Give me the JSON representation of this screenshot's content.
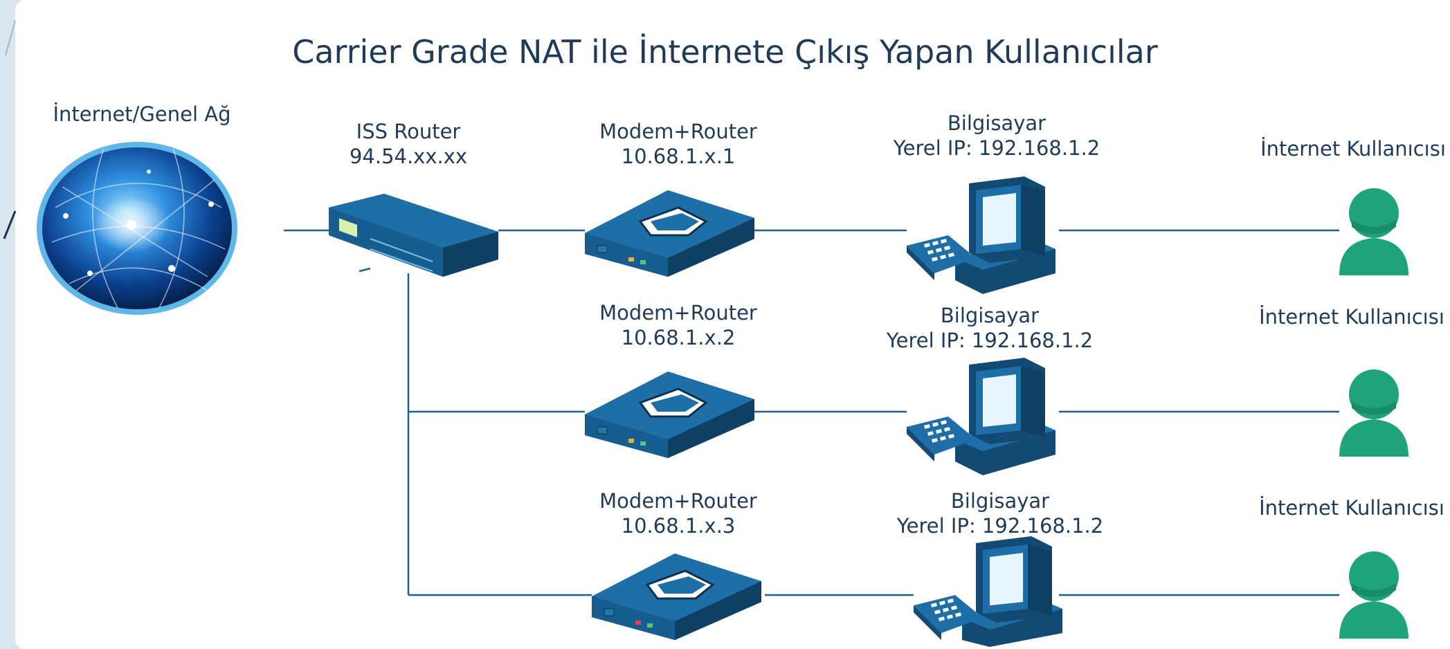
{
  "title": "Carrier Grade NAT ile İnternete Çıkış Yapan Kullanıcılar",
  "internet": {
    "label": "İnternet/Genel Ağ"
  },
  "isp_router": {
    "name": "ISS Router",
    "ip": "94.54.xx.xx"
  },
  "branches": [
    {
      "modem": {
        "name": "Modem+Router",
        "ip": "10.68.1.x.1"
      },
      "computer": {
        "name": "Bilgisayar",
        "ip": "Yerel IP: 192.168.1.2"
      },
      "user": {
        "label": "İnternet Kullanıcısı"
      }
    },
    {
      "modem": {
        "name": "Modem+Router",
        "ip": "10.68.1.x.2"
      },
      "computer": {
        "name": "Bilgisayar",
        "ip": "Yerel IP: 192.168.1.2"
      },
      "user": {
        "label": "İnternet Kullanıcısı"
      }
    },
    {
      "modem": {
        "name": "Modem+Router",
        "ip": "10.68.1.x.3"
      },
      "computer": {
        "name": "Bilgisayar",
        "ip": "Yerel IP: 192.168.1.2"
      },
      "user": {
        "label": "İnternet Kullanıcısı"
      }
    }
  ],
  "colors": {
    "line": "#1f5f8b",
    "device": "#1e6fa8",
    "device_dark": "#124a73",
    "user": "#1fa37a",
    "text": "#1f3b57"
  }
}
